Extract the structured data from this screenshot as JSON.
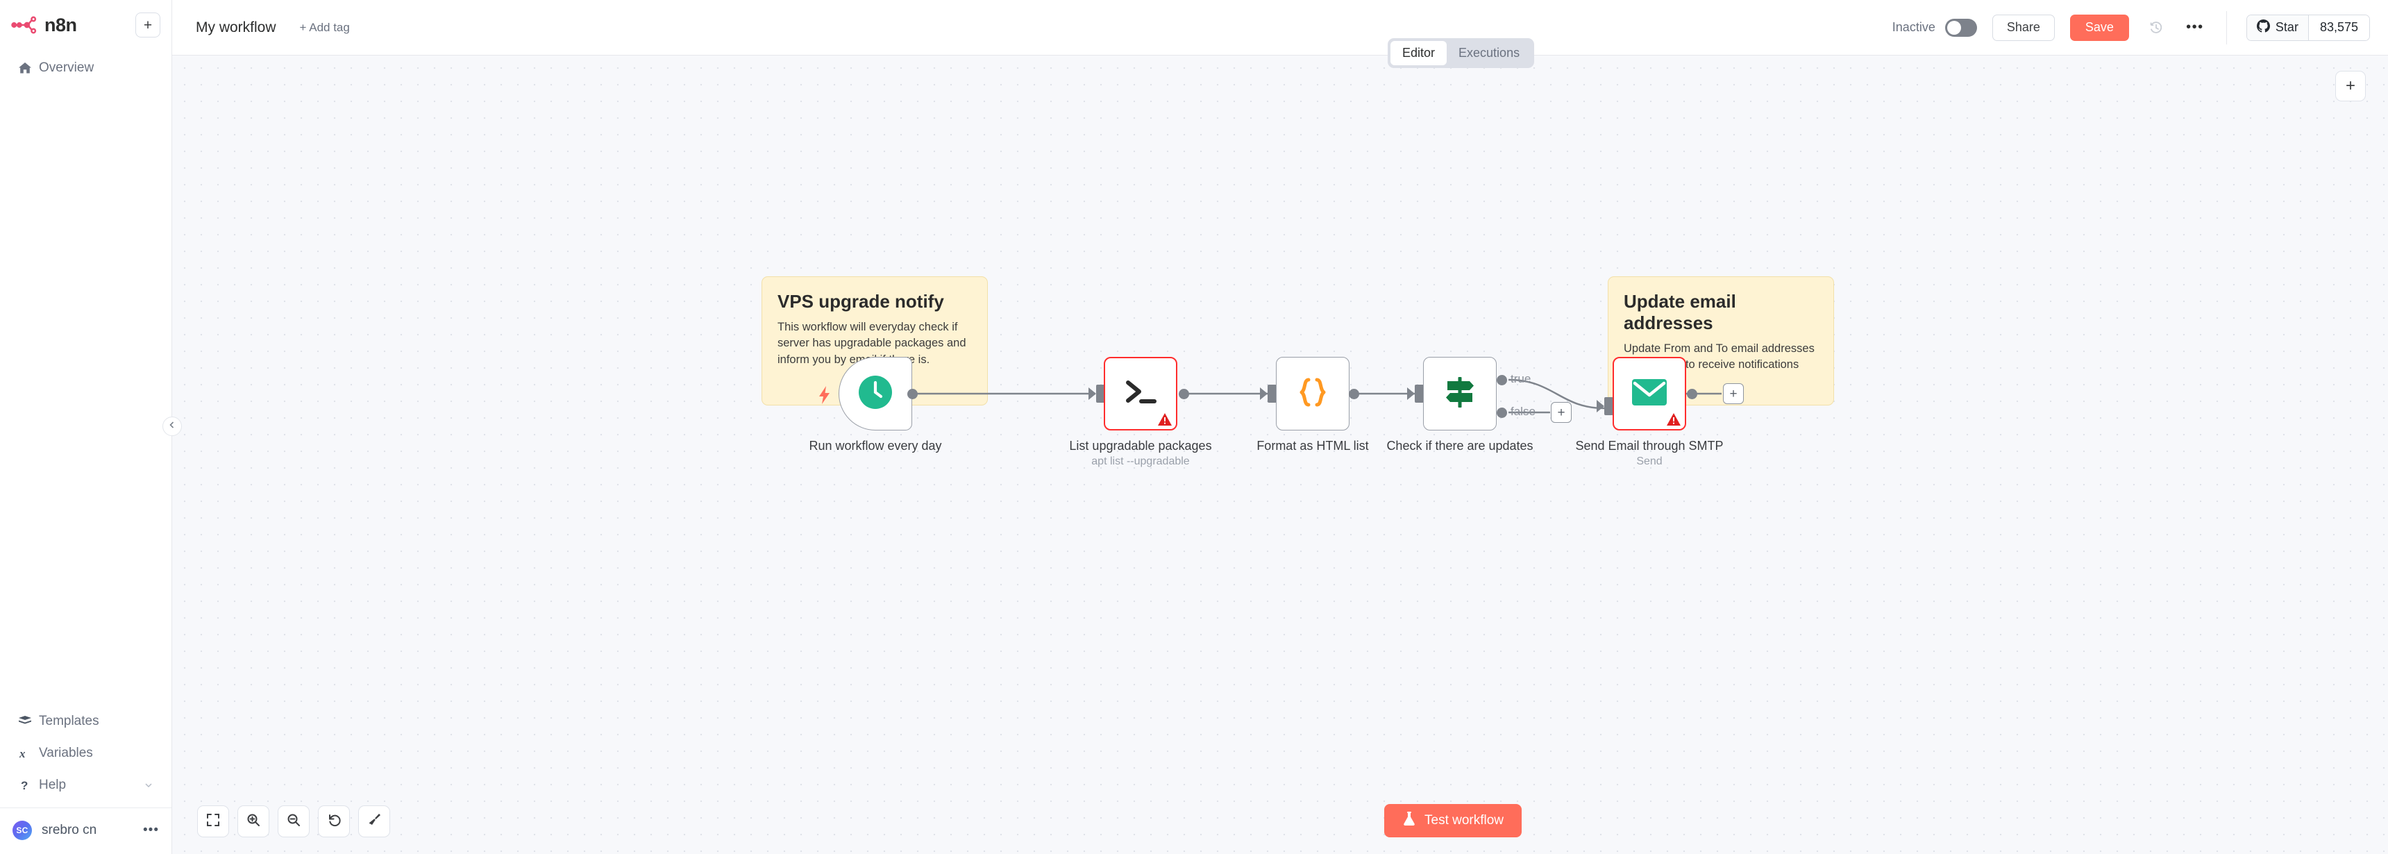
{
  "brand": {
    "name": "n8n",
    "logo_icon": "n8n-logo-icon",
    "accent": "#ff6d5a",
    "logo_color": "#ea4b71"
  },
  "sidebar": {
    "new_button_icon": "plus-icon",
    "items": [
      {
        "label": "Overview",
        "icon": "home-icon"
      }
    ],
    "bottom_items": [
      {
        "label": "Templates",
        "icon": "templates-box-icon"
      },
      {
        "label": "Variables",
        "icon": "variables-x-icon"
      },
      {
        "label": "Help",
        "icon": "question-mark-icon",
        "chevron": "chevron-down-icon"
      }
    ],
    "user": {
      "initials": "SC",
      "name": "srebro cn",
      "menu_icon": "ellipsis-icon"
    },
    "collapse_icon": "chevron-left-icon"
  },
  "header": {
    "workflow_title": "My workflow",
    "add_tag_label": "+ Add tag",
    "active_state_label": "Inactive",
    "share_label": "Share",
    "save_label": "Save",
    "history_icon": "history-clock-icon",
    "more_icon": "ellipsis-icon",
    "github": {
      "label": "Star",
      "icon": "github-icon",
      "count": "83,575"
    }
  },
  "tabs": [
    {
      "label": "Editor",
      "active": true
    },
    {
      "label": "Executions",
      "active": false
    }
  ],
  "canvas": {
    "add_node_icon": "plus-icon",
    "sticky_notes": [
      {
        "title": "VPS upgrade notify",
        "body": "This workflow will everyday check if server has upgradable packages and inform you by email if there is."
      },
      {
        "title": "Update email addresses",
        "body": "Update From and To email addresses in this node to receive notifications"
      }
    ],
    "nodes": [
      {
        "name": "Run workflow every day",
        "subtitle": "",
        "icon": "clock-icon",
        "type": "trigger",
        "error": false
      },
      {
        "name": "List upgradable packages",
        "subtitle": "apt list --upgradable",
        "icon": "terminal-icon",
        "type": "action",
        "error": true
      },
      {
        "name": "Format as HTML list",
        "subtitle": "",
        "icon": "code-braces-icon",
        "type": "action",
        "error": false
      },
      {
        "name": "Check if there are updates",
        "subtitle": "",
        "icon": "signpost-icon",
        "type": "if",
        "error": false
      },
      {
        "name": "Send Email through SMTP",
        "subtitle": "Send",
        "icon": "envelope-icon",
        "type": "action",
        "error": true
      }
    ],
    "branch_labels": {
      "true": "true",
      "false": "false"
    },
    "add_stub_icon": "plus-icon",
    "controls": [
      {
        "name": "zoom-to-fit",
        "icon": "fit-screen-icon"
      },
      {
        "name": "zoom-in",
        "icon": "magnifier-plus-icon"
      },
      {
        "name": "zoom-out",
        "icon": "magnifier-minus-icon"
      },
      {
        "name": "reset-zoom",
        "icon": "undo-arrow-icon"
      },
      {
        "name": "tidy-up",
        "icon": "broom-icon"
      }
    ],
    "test_button": {
      "label": "Test workflow",
      "icon": "flask-icon"
    }
  }
}
